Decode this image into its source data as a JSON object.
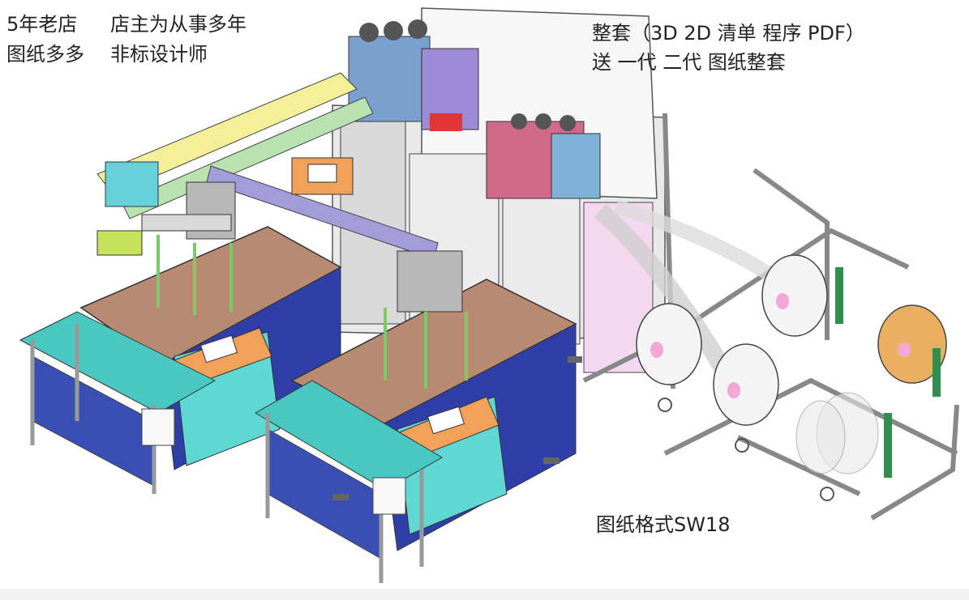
{
  "captions": {
    "shop_line1": "5年老店",
    "shop_line2": "图纸多多",
    "owner_line1": "店主为从事多年",
    "owner_line2": "非标设计师",
    "set_line1": "整套（3D 2D 清单 程序 PDF）",
    "set_line2": "送 一代  二代  图纸整套",
    "format": "图纸格式SW18"
  },
  "colors": {
    "frame_gray": "#bdbdbd",
    "cabinet_blue": "#2f3fa8",
    "cabinet_cyan": "#5fd7d2",
    "table_brown": "#b98a72",
    "control_orange": "#f0a25a",
    "panel_pink": "#f2c6e6",
    "conveyor_teal": "#48c8c0",
    "roller_white": "#f4f4f4",
    "reel_gold": "#e8b060"
  }
}
